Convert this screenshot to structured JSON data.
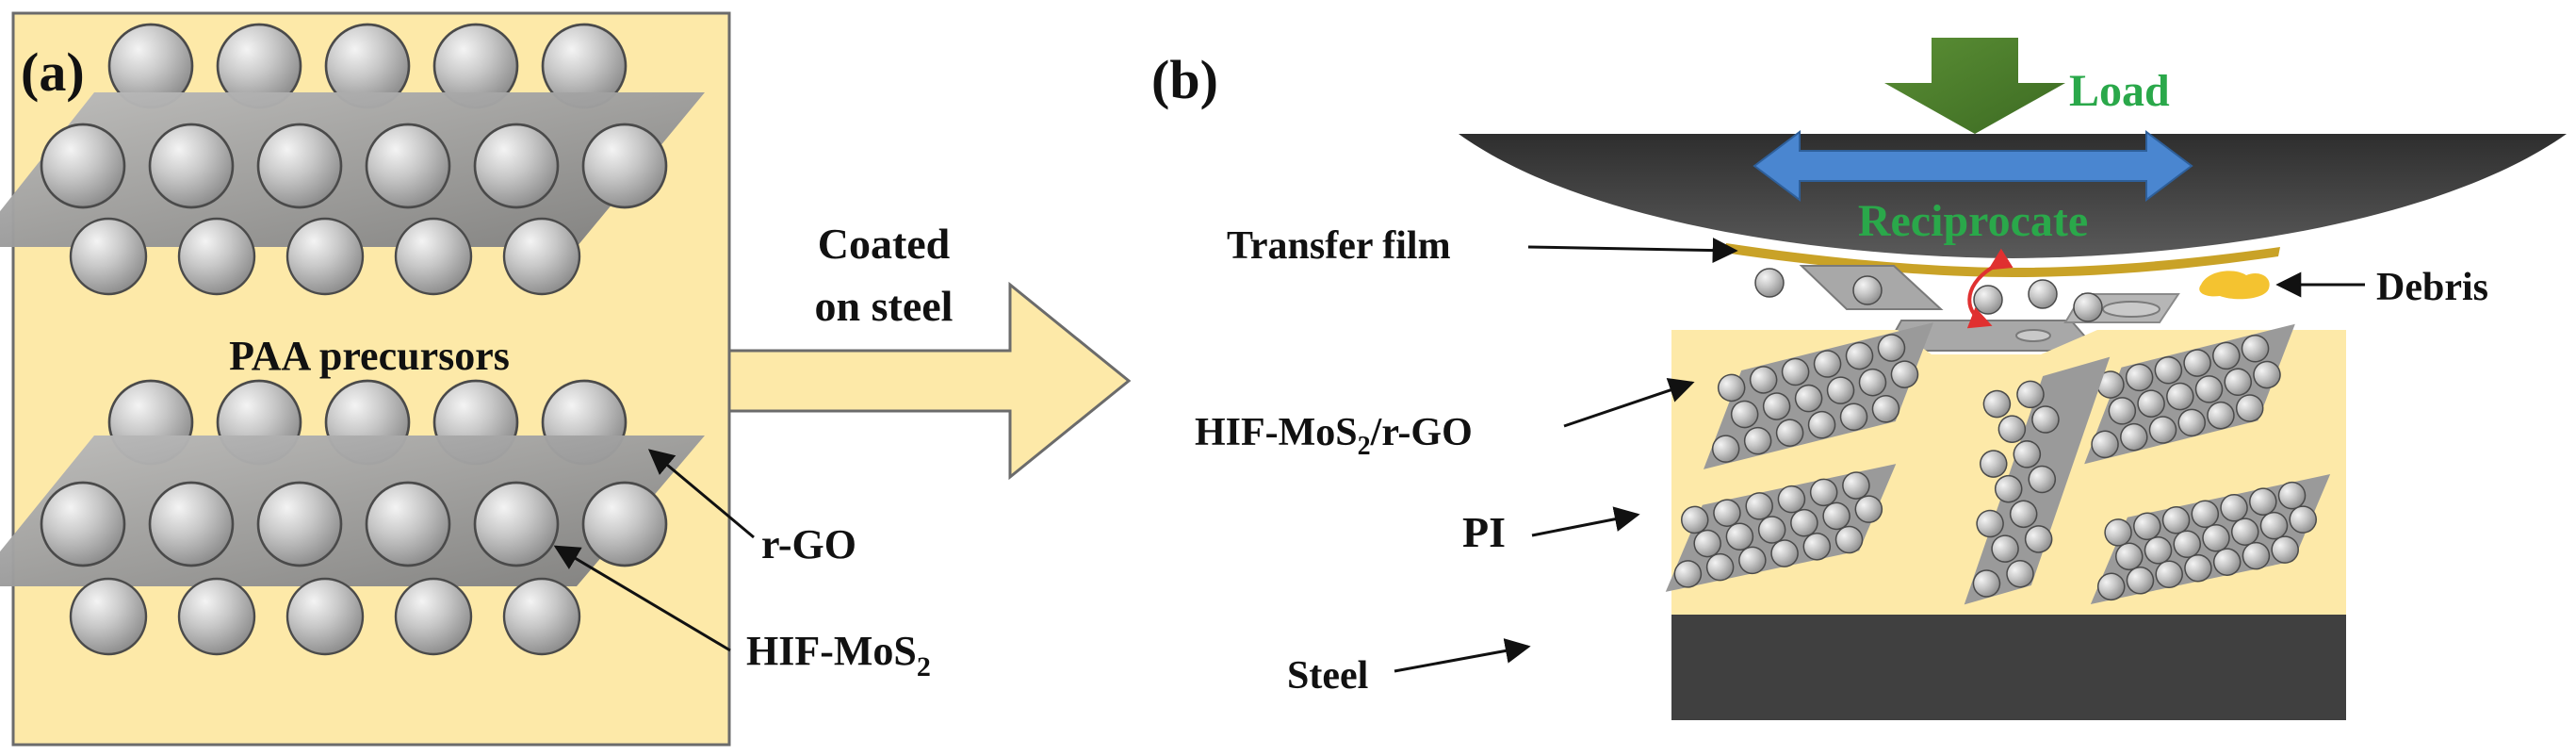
{
  "panel_a": {
    "label": "(a)",
    "precursor_label": "PAA precursors",
    "rgo_label": "r-GO",
    "mos2_label": "HIF-MoS",
    "mos2_sub": "2"
  },
  "arrow_note": {
    "line1": "Coated",
    "line2": "on steel"
  },
  "panel_b": {
    "label": "(b)",
    "load_label": "Load",
    "reciprocate_label": "Reciprocate",
    "transfer_film_label": "Transfer film",
    "debris_label": "Debris",
    "composite_label_main": "HIF-MoS",
    "composite_label_sub": "2",
    "composite_label_tail": "/r-GO",
    "pi_label": "PI",
    "steel_label": "Steel"
  },
  "colors": {
    "matrix_yellow": "#fde9a8",
    "matrix_border": "#6b6b6b",
    "steel_dark": "#404040",
    "ball_dark": "#4a4a4a",
    "load_arrow": "#4b7a2b",
    "reciprocate_arrow": "#4a86d0",
    "accent_green": "#2aa84a",
    "transfer_film": "#c9a227",
    "debris": "#f4c330",
    "arc_red": "#e03030"
  }
}
